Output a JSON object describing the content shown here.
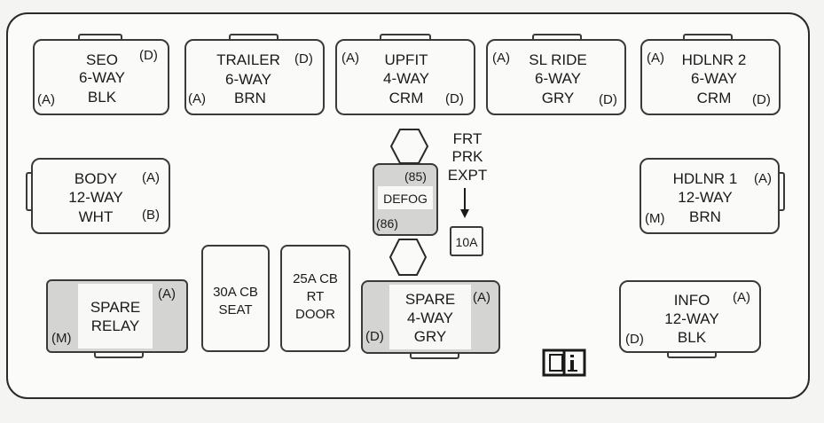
{
  "connectors": {
    "seo": {
      "l1": "SEO",
      "l2": "6-WAY",
      "l3": "BLK",
      "a": "(A)",
      "d": "(D)"
    },
    "trailer": {
      "l1": "TRAILER",
      "l2": "6-WAY",
      "l3": "BRN",
      "a": "(A)",
      "d": "(D)"
    },
    "upfit": {
      "l1": "UPFIT",
      "l2": "4-WAY",
      "l3": "CRM",
      "a": "(A)",
      "d": "(D)"
    },
    "slride": {
      "l1": "SL RIDE",
      "l2": "6-WAY",
      "l3": "GRY",
      "a": "(A)",
      "d": "(D)"
    },
    "hdlnr2": {
      "l1": "HDLNR 2",
      "l2": "6-WAY",
      "l3": "CRM",
      "a": "(A)",
      "d": "(D)"
    },
    "body": {
      "l1": "BODY",
      "l2": "12-WAY",
      "l3": "WHT",
      "a": "(A)",
      "b": "(B)"
    },
    "hdlnr1": {
      "l1": "HDLNR 1",
      "l2": "12-WAY",
      "l3": "BRN",
      "a": "(A)",
      "m": "(M)"
    },
    "spare4": {
      "l1": "SPARE",
      "l2": "4-WAY",
      "l3": "GRY",
      "a": "(A)",
      "d": "(D)"
    },
    "info": {
      "l1": "INFO",
      "l2": "12-WAY",
      "l3": "BLK",
      "a": "(A)",
      "d": "(D)"
    }
  },
  "defog": {
    "label": "DEFOG",
    "p85": "(85)",
    "p86": "(86)"
  },
  "spare_relay": {
    "l1": "SPARE",
    "l2": "RELAY",
    "a": "(A)",
    "m": "(M)"
  },
  "frt": {
    "l1": "FRT",
    "l2": "PRK",
    "l3": "EXPT"
  },
  "fuse_10a": "10A",
  "cb_seat": {
    "l1": "30A CB",
    "l2": "SEAT"
  },
  "cb_door": {
    "l1": "25A CB",
    "l2": "RT",
    "l3": "DOOR"
  },
  "icons": {
    "manual": "book-icon",
    "hex": "hexagon-stud-icon"
  }
}
